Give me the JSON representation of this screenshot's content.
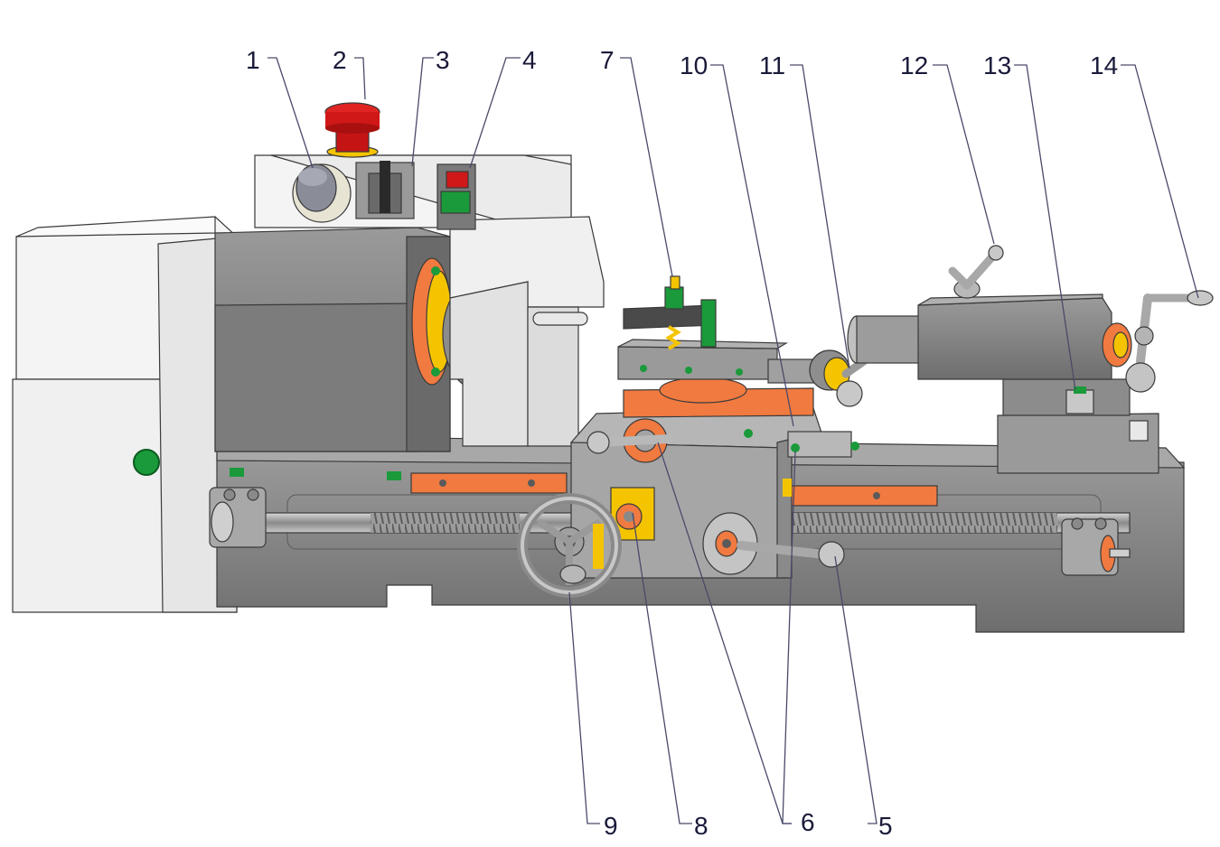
{
  "callouts": [
    {
      "id": "1",
      "label": "1"
    },
    {
      "id": "2",
      "label": "2"
    },
    {
      "id": "3",
      "label": "3"
    },
    {
      "id": "4",
      "label": "4"
    },
    {
      "id": "5",
      "label": "5"
    },
    {
      "id": "6",
      "label": "6"
    },
    {
      "id": "7",
      "label": "7"
    },
    {
      "id": "8",
      "label": "8"
    },
    {
      "id": "9",
      "label": "9"
    },
    {
      "id": "10",
      "label": "10"
    },
    {
      "id": "11",
      "label": "11"
    },
    {
      "id": "12",
      "label": "12"
    },
    {
      "id": "13",
      "label": "13"
    },
    {
      "id": "14",
      "label": "14"
    }
  ],
  "colors": {
    "machine_gray": "#8c8c8c",
    "machine_dark": "#6e6e6e",
    "machine_light": "#b4b4b4",
    "cover_white": "#f2f2f2",
    "accent_orange": "#f07a40",
    "accent_yellow": "#f5c400",
    "stop_red": "#d01818",
    "button_green": "#1a9a3a",
    "leader_line": "#4a4a6a"
  }
}
